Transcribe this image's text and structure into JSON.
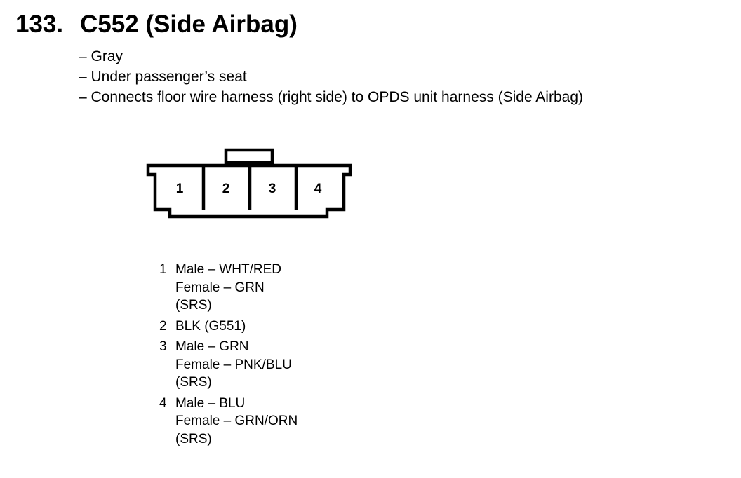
{
  "title": {
    "number": "133.",
    "text": "C552 (Side Airbag)"
  },
  "details": [
    "– Gray",
    "– Under passenger’s seat",
    "– Connects floor wire harness (right side) to OPDS unit harness (Side Airbag)"
  ],
  "connector": {
    "cavities": [
      "1",
      "2",
      "3",
      "4"
    ]
  },
  "pins": [
    {
      "number": "1",
      "lines": [
        "Male – WHT/RED",
        "Female – GRN",
        "(SRS)"
      ]
    },
    {
      "number": "2",
      "lines": [
        "BLK (G551)"
      ]
    },
    {
      "number": "3",
      "lines": [
        "Male – GRN",
        "Female – PNK/BLU",
        "(SRS)"
      ]
    },
    {
      "number": "4",
      "lines": [
        "Male – BLU",
        "Female – GRN/ORN",
        "(SRS)"
      ]
    }
  ]
}
